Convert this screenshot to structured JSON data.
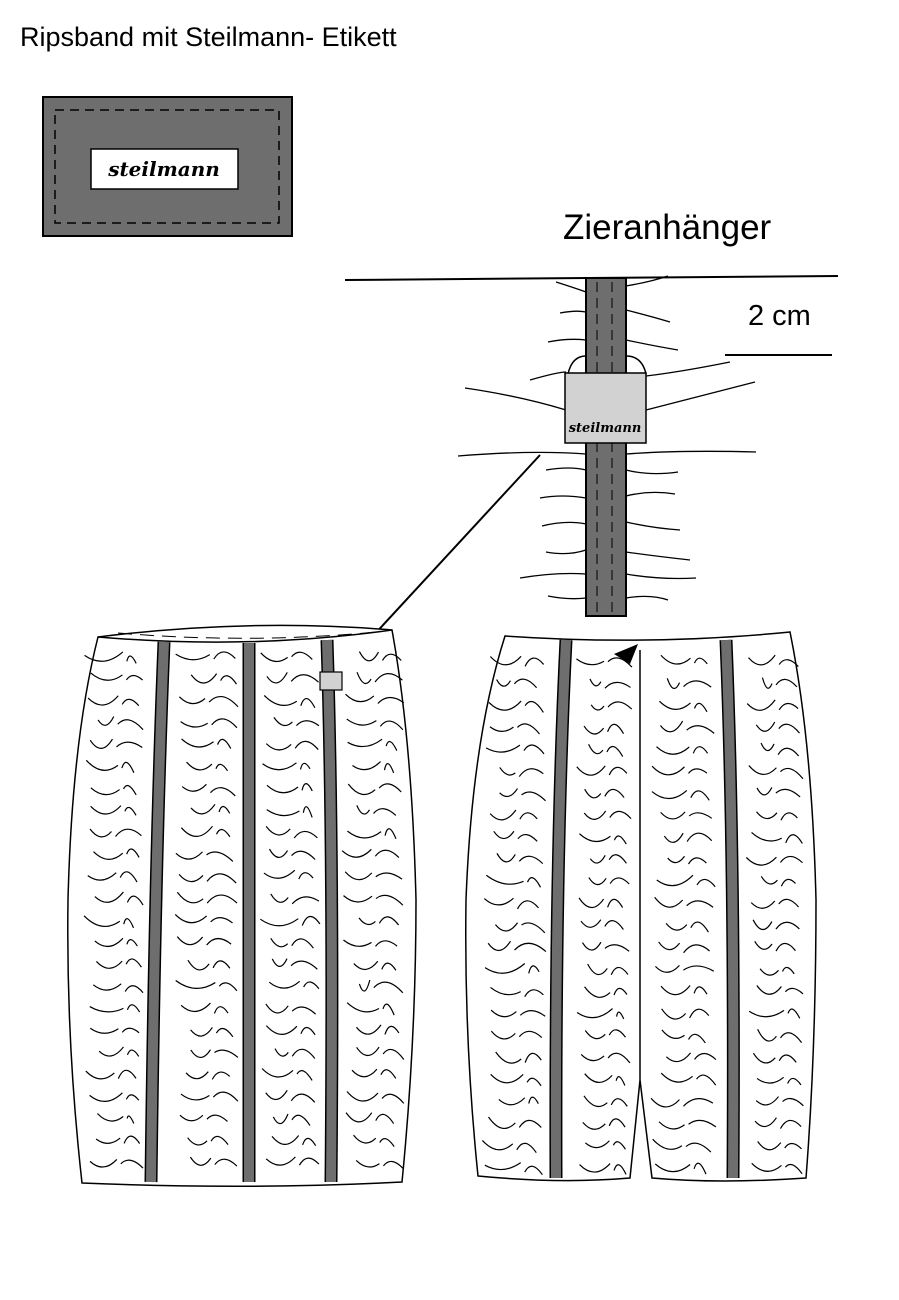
{
  "labels": {
    "main_title": "Ripsband mit Steilmann- Etikett",
    "pendant_title": "Zieranhänger",
    "dimension": "2 cm"
  },
  "label_patch": {
    "brand": "steilmann"
  },
  "pendant_tag": {
    "brand": "steilmann"
  },
  "colors": {
    "ribbon": "#6e6e6e",
    "tag": "#d2d2d2",
    "outline": "#000000",
    "background": "#ffffff"
  }
}
